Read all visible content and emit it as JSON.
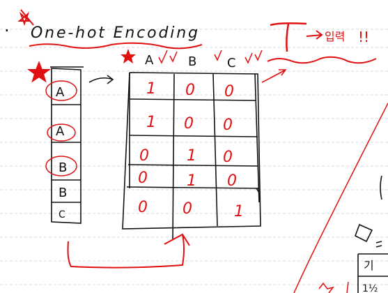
{
  "title": "One-hot Encoding",
  "bullet": "·",
  "annotation": {
    "letter": "T",
    "korean": "입력",
    "exclaim": "!!"
  },
  "input_column": [
    "A",
    "A",
    "B",
    "B",
    "C"
  ],
  "matrix": {
    "headers": [
      "A",
      "B",
      "C"
    ],
    "rows": [
      [
        "1",
        "0",
        "0"
      ],
      [
        "1",
        "0",
        "0"
      ],
      [
        "0",
        "1",
        "0"
      ],
      [
        "0",
        "1",
        "0"
      ],
      [
        "0",
        "0",
        "1"
      ]
    ]
  },
  "right_fragment": {
    "cell": "기",
    "partial": "1½"
  },
  "colors": {
    "ink": "#111111",
    "red": "#e01010",
    "line": "#d8d8d8"
  }
}
